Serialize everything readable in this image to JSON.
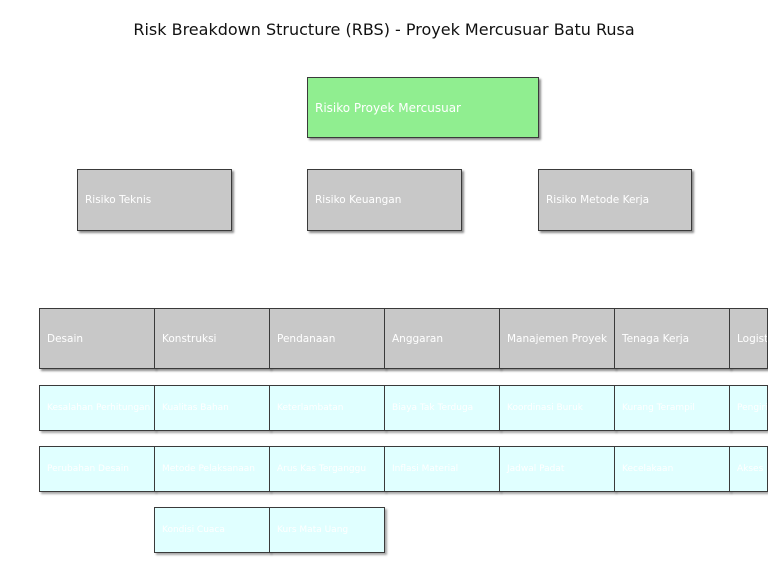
{
  "title": "Risk Breakdown Structure (RBS) - Proyek Mercusuar Batu Rusa",
  "colors": {
    "root": "#90ee90",
    "category": "#c8c8c8",
    "subcategory": "#c8c8c8",
    "item": "#e0ffff"
  },
  "root": {
    "label": "Risiko Proyek Mercusuar"
  },
  "categories": [
    {
      "label": "Risiko Teknis"
    },
    {
      "label": "Risiko Keuangan"
    },
    {
      "label": "Risiko Metode Kerja"
    }
  ],
  "subcategories": [
    {
      "label": "Desain"
    },
    {
      "label": "Konstruksi"
    },
    {
      "label": "Pendanaan"
    },
    {
      "label": "Anggaran"
    },
    {
      "label": "Manajemen Proyek"
    },
    {
      "label": "Tenaga Kerja"
    },
    {
      "label": "Logistik"
    }
  ],
  "items": [
    {
      "label": "Kesalahan Perhitungan"
    },
    {
      "label": "Kualitas Bahan"
    },
    {
      "label": "Keterlambatan"
    },
    {
      "label": "Biaya Tak Terduga"
    },
    {
      "label": "Koordinasi Buruk"
    },
    {
      "label": "Kurang Terampil"
    },
    {
      "label": "Pengiriman"
    },
    {
      "label": "Perubahan Desain"
    },
    {
      "label": "Metode Pelaksanaan"
    },
    {
      "label": "Arus Kas Terganggu"
    },
    {
      "label": "Inflasi Material"
    },
    {
      "label": "Jadwal Padat"
    },
    {
      "label": "Kecelakaan"
    },
    {
      "label": "Akses Lokasi"
    },
    {
      "label": "Kondisi Cuaca"
    },
    {
      "label": "Kurs Mata Uang"
    }
  ]
}
